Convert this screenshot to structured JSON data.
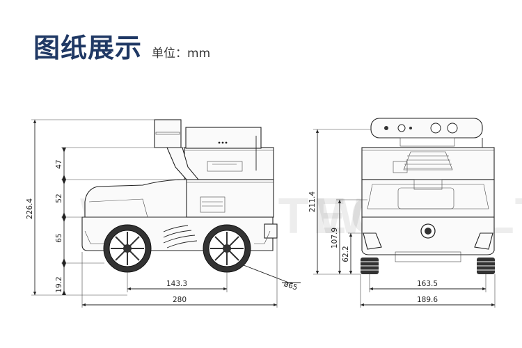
{
  "header": {
    "title": "图纸展示",
    "unit": "单位：mm"
  },
  "watermark": "WHEELTEC",
  "side_view": {
    "dims_vertical": [
      "226.4",
      "47",
      "52",
      "65",
      "19.2"
    ],
    "dims_horizontal": [
      "143.3",
      "280"
    ],
    "wheel_diameter": "ø65"
  },
  "front_view": {
    "dims_vertical": [
      "211.4",
      "107.9",
      "62.2"
    ],
    "dims_horizontal": [
      "163.5",
      "189.6"
    ]
  }
}
